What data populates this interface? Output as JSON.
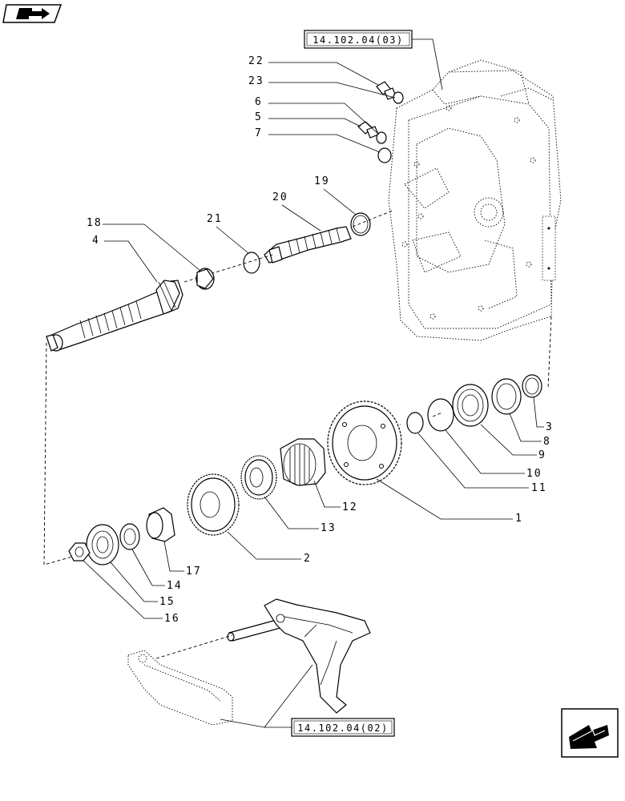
{
  "references": {
    "top": "14.102.04(03)",
    "bottom": "14.102.04(02)"
  },
  "callouts": [
    "22",
    "23",
    "6",
    "5",
    "7",
    "19",
    "20",
    "21",
    "18",
    "4",
    "3",
    "8",
    "9",
    "10",
    "11",
    "1",
    "12",
    "13",
    "2",
    "17",
    "14",
    "15",
    "16"
  ],
  "icons": {
    "top_left": "back-arrow-icon",
    "bottom_right": "next-arrow-icon"
  }
}
